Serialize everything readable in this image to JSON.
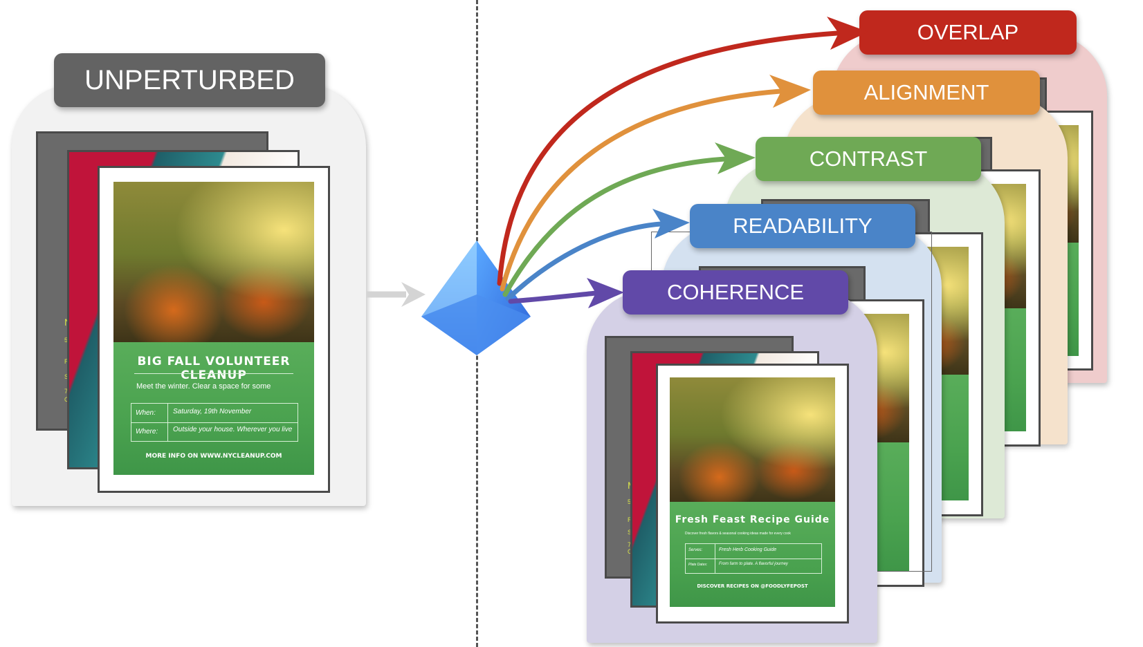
{
  "left": {
    "label": "UNPERTURBED",
    "poster": {
      "title": "BIG FALL VOLUNTEER CLEANUP",
      "subtitle": "Meet the winter. Clear a space for some",
      "when_label": "When:",
      "when_value": "Saturday, 19th November",
      "where_label": "Where:",
      "where_value": "Outside your house. Wherever you live",
      "footer": "MORE INFO ON WWW.NYCLEANUP.COM"
    }
  },
  "right": {
    "labels": [
      "OVERLAP",
      "ALIGNMENT",
      "CONTRAST",
      "READABILITY",
      "COHERENCE"
    ],
    "poster": {
      "title": "Fresh Feast Recipe Guide",
      "subtitle": "Discover fresh flavors & seasonal cooking ideas made for every cook",
      "when_label": "Serves:",
      "when_value": "Fresh Herb Cooking Guide",
      "where_label": "Plate Dates:",
      "where_value": "From farm to plate. A flavorful journey",
      "footer": "DISCOVER RECIPES ON @FOODLYFEPOST"
    }
  },
  "colors": {
    "unperturbed": "#636363",
    "overlap": "#c0281d",
    "alignment": "#e0913c",
    "contrast": "#6fa955",
    "readability": "#4a84c8",
    "coherence": "#6149a8"
  },
  "icons": [
    "model-pyramid-icon"
  ]
}
